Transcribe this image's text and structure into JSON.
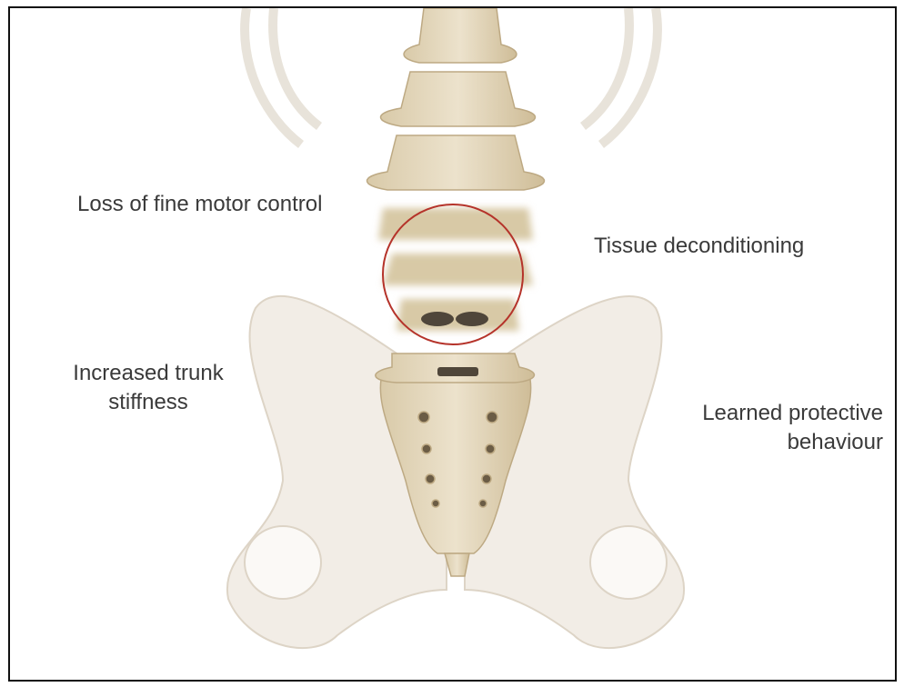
{
  "labels": {
    "fine_motor": "Loss of fine motor control",
    "tissue": "Tissue deconditioning",
    "trunk": "Increased trunk stiffness",
    "learned": "Learned protective behaviour"
  },
  "colors": {
    "bone": "#e4d7bd",
    "bone_shadow": "#c9b894",
    "pelvis_ghost": "#efe9e0",
    "highlight_circle": "#b5332a",
    "text": "#3a3a3a",
    "border": "#111111"
  },
  "icons": {
    "spine": "lumbar-spine-illustration",
    "highlight": "red-circle-highlight"
  }
}
